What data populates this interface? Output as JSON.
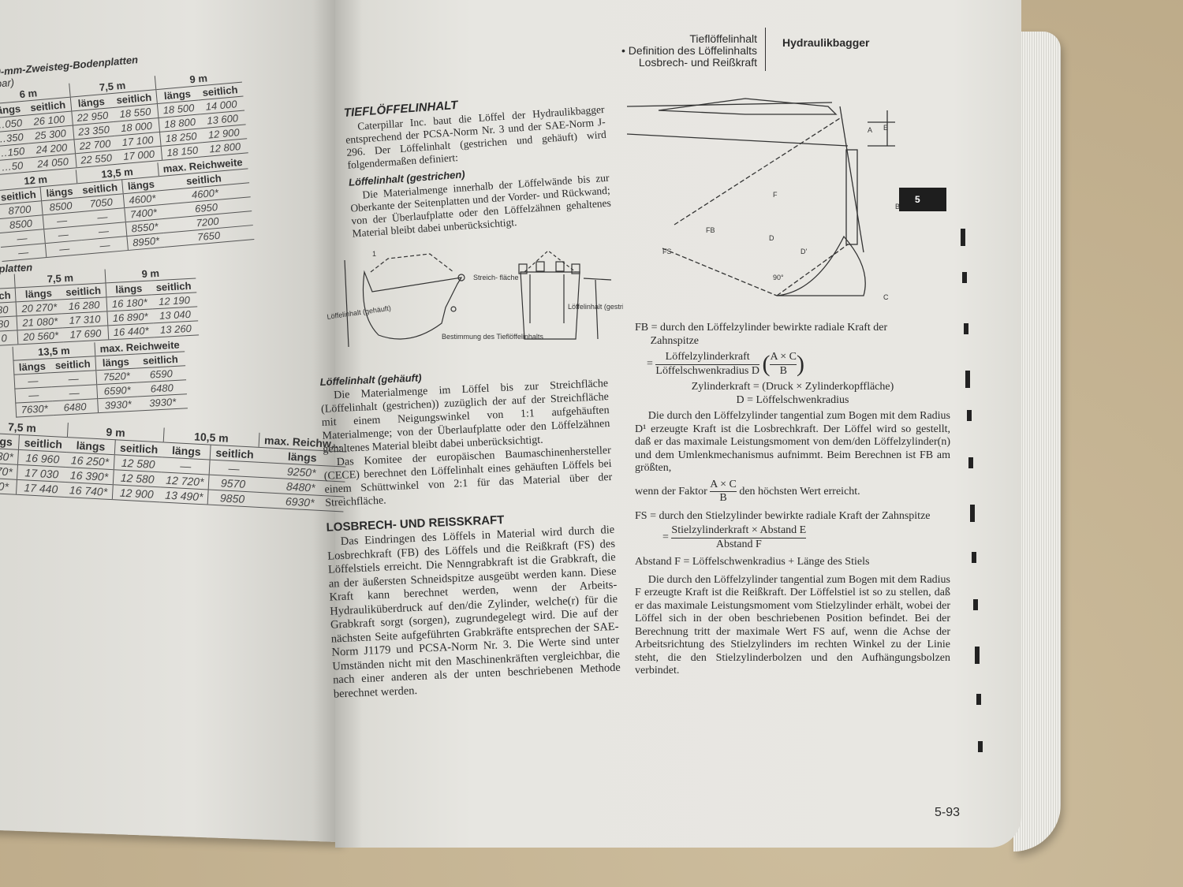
{
  "header": {
    "lines": [
      "Tieflöffelinhalt",
      "• Definition des Löffelinhalts",
      "Losbrech- und Reißkraft"
    ],
    "section": "Hydraulikbagger",
    "tab": "5",
    "page_number": "5-93"
  },
  "left_page": {
    "table1": {
      "caption": "…0-mm-Zweisteg-Bodenplatten",
      "unit": "…bar)",
      "groups": [
        "6 m",
        "7,5 m",
        "9 m"
      ],
      "sub": [
        "längs",
        "seitlich",
        "längs",
        "seitlich",
        "längs",
        "seitlich"
      ],
      "rows": [
        [
          "…050",
          "26 100",
          "22 950",
          "18 550",
          "18 500",
          "14 000"
        ],
        [
          "…350",
          "25 300",
          "23 350",
          "18 000",
          "18 800",
          "13 600"
        ],
        [
          "…150",
          "24 200",
          "22 700",
          "17 100",
          "18 250",
          "12 900"
        ],
        [
          "…50",
          "24 050",
          "22 550",
          "17 000",
          "18 150",
          "12 800"
        ]
      ]
    },
    "table1b": {
      "groups": [
        "12 m",
        "13,5 m",
        "max. Reichweite"
      ],
      "sub": [
        "seitlich",
        "längs",
        "seitlich",
        "längs",
        "seitlich"
      ],
      "rows": [
        [
          "8700",
          "8500",
          "7050",
          "4600*",
          "4600*"
        ],
        [
          "8500",
          "—",
          "—",
          "7400*",
          "6950"
        ],
        [
          "—",
          "—",
          "—",
          "8550*",
          "7200"
        ],
        [
          "—",
          "—",
          "—",
          "8950*",
          "7650"
        ]
      ]
    },
    "table2": {
      "caption": "…enplatten",
      "groups": [
        "7,5 m",
        "9 m"
      ],
      "sub": [
        "…lich",
        "längs",
        "seitlich",
        "längs",
        "seitlich"
      ],
      "rows": [
        [
          "…30",
          "20 270*",
          "16 280",
          "16 180*",
          "12 190"
        ],
        [
          "…80",
          "21 080*",
          "17 310",
          "16 890*",
          "13 040"
        ],
        [
          "…0",
          "20 560*",
          "17 690",
          "16 440*",
          "13 260"
        ]
      ]
    },
    "table2b": {
      "groups": [
        "13,5 m",
        "max. Reichweite"
      ],
      "sub": [
        "längs",
        "seitlich",
        "längs",
        "seitlich"
      ],
      "rows": [
        [
          "—",
          "—",
          "7520*",
          "6590"
        ],
        [
          "—",
          "—",
          "6590*",
          "6480"
        ],
        [
          "7630*",
          "6480",
          "3930*",
          "3930*"
        ]
      ]
    },
    "table3": {
      "groups": [
        "7,5 m",
        "9 m",
        "10,5 m",
        "max. Reichw…"
      ],
      "sub": [
        "…ngs",
        "seitlich",
        "längs",
        "seitlich",
        "längs",
        "seitlich",
        "längs"
      ],
      "rows": [
        [
          "…830*",
          "16 960",
          "16 250*",
          "12 580",
          "—",
          "—",
          "9250*"
        ],
        [
          "…770*",
          "17 030",
          "16 390*",
          "12 580",
          "12 720*",
          "9570",
          "8480*"
        ],
        [
          "…60*",
          "17 440",
          "16 740*",
          "12 900",
          "13 490*",
          "9850",
          "6930*"
        ]
      ]
    }
  },
  "middle": {
    "title": "TIEFLÖFFELINHALT",
    "intro": "Caterpillar Inc. baut die Löffel der Hydraulikbagger entsprechend der PCSA-Norm Nr. 3 und der SAE-Norm J-296. Der Löffelinhalt (gestrichen und gehäuft) wird folgendermaßen definiert:",
    "sub1": "Löffelinhalt (gestrichen)",
    "p1": "Die Materialmenge innerhalb der Löffelwände bis zur Oberkante der Seitenplatten und der Vorder- und Rückwand; von der Überlaufplatte oder den Löffelzähnen gehaltenes Material bleibt dabei unberücksichtigt.",
    "fig": {
      "left_label": "Löffelinhalt (gehäuft)",
      "streich": "Streich-\nfläche",
      "right_label": "Löffelinhalt (gestrichen)",
      "caption": "Bestimmung des Tieflöffelinhalts",
      "ratio": "1"
    },
    "sub2": "Löffelinhalt (gehäuft)",
    "p2": "Die Materialmenge im Löffel bis zur Streichfläche (Löffelinhalt (gestrichen)) zuzüglich der auf der Streichfläche mit einem Neigungswinkel von 1:1 aufgehäuften Materialmenge; von der Überlaufplatte oder den Löffelzähnen gehaltenes Material bleibt dabei unberücksichtigt.",
    "p3": "Das Komitee der europäischen Baumaschinenhersteller (CECE) berechnet den Löffelinhalt eines gehäuften Löffels bei einem Schüttwinkel von 2:1 für das Material über der Streichfläche.",
    "title2": "LOSBRECH- UND REISSKRAFT",
    "p4": "Das Eindringen des Löffels in Material wird durch die Losbrechkraft (FB) des Löffels und die Reißkraft (FS) des Löffelstiels erreicht. Die Nenngrabkraft ist die Grabkraft, die an der äußersten Schneidspitze ausgeübt werden kann. Diese Kraft kann berechnet werden, wenn der Arbeits-Hydrauliküberdruck auf den/die Zylinder, welche(r) für die Grabkraft sorgt (sorgen), zugrundegelegt wird. Die auf der nächsten Seite aufgeführten Grabkräfte entsprechen der SAE-Norm J1179 und PCSA-Norm Nr. 3. Die Werte sind unter Umständen nicht mit den Maschinenkräften vergleichbar, die nach einer anderen als der unten beschriebenen Methode berechnet werden."
  },
  "right": {
    "diagram_labels": [
      "A",
      "E",
      "B",
      "C",
      "D",
      "D'",
      "F",
      "FB",
      "FS",
      "90°"
    ],
    "fb_def": "FB = durch den Löffelzylinder bewirkte radiale Kraft der Zahnspitze",
    "fb_num": "Löffelzylinderkraft",
    "fb_den": "Löffelschwenkradius D",
    "ac_num": "A × C",
    "ac_den": "B",
    "zyl": "Zylinderkraft = (Druck × Zylinderkopffläche)",
    "d_def": "D = Löffelschwenkradius",
    "p1": "Die durch den Löffelzylinder tangential zum Bogen mit dem Radius D¹ erzeugte Kraft ist die Losbrechkraft. Der Löffel wird so gestellt, daß er das maximale Leistungsmoment von dem/den Löffelzylinder(n) und dem Umlenkmechanismus aufnimmt. Beim Berechnen ist FB am größten,",
    "faktor_pre": "wenn der Faktor",
    "faktor_post": "den höchsten Wert erreicht.",
    "fs_def": "FS = durch den Stielzylinder bewirkte radiale Kraft der Zahnspitze",
    "fs_num": "Stielzylinderkraft × Abstand E",
    "fs_den": "Abstand F",
    "abstand": "Abstand F = Löffelschwenkradius + Länge des Stiels",
    "p2": "Die durch den Löffelzylinder tangential zum Bogen mit dem Radius F erzeugte Kraft ist die Reißkraft. Der Löffelstiel ist so zu stellen, daß er das maximale Leistungsmoment vom Stielzylinder erhält, wobei der Löffel sich in der oben beschriebenen Position befindet. Bei der Berechnung tritt der maximale Wert FS auf, wenn die Achse der Arbeitsrichtung des Stielzylinders im rechten Winkel zu der Linie steht, die den Stielzylinderbolzen und den Aufhängungsbolzen verbindet."
  }
}
